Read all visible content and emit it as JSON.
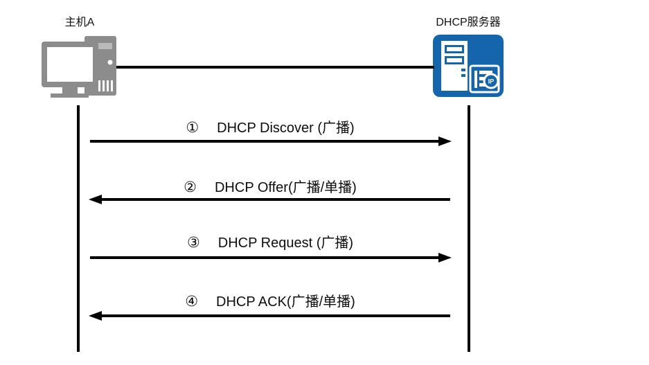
{
  "actors": {
    "host": {
      "label": "主机A",
      "icon": "desktop-computer-icon"
    },
    "server": {
      "label": "DHCP服务器",
      "icon": "dhcp-server-icon",
      "badge": "IP"
    }
  },
  "messages": [
    {
      "seq": "①",
      "label": "DHCP Discover (广播)",
      "direction": "right",
      "from": "host",
      "to": "server"
    },
    {
      "seq": "②",
      "label": "DHCP Offer(广播/单播)",
      "direction": "left",
      "from": "server",
      "to": "host"
    },
    {
      "seq": "③",
      "label": "DHCP Request (广播)",
      "direction": "right",
      "from": "host",
      "to": "server"
    },
    {
      "seq": "④",
      "label": "DHCP ACK(广播/单播)",
      "direction": "left",
      "from": "server",
      "to": "host"
    }
  ],
  "colors": {
    "server_blue": "#1565ac",
    "computer_gray": "#8c8c8c",
    "line_black": "#000000",
    "background": "#ffffff"
  }
}
